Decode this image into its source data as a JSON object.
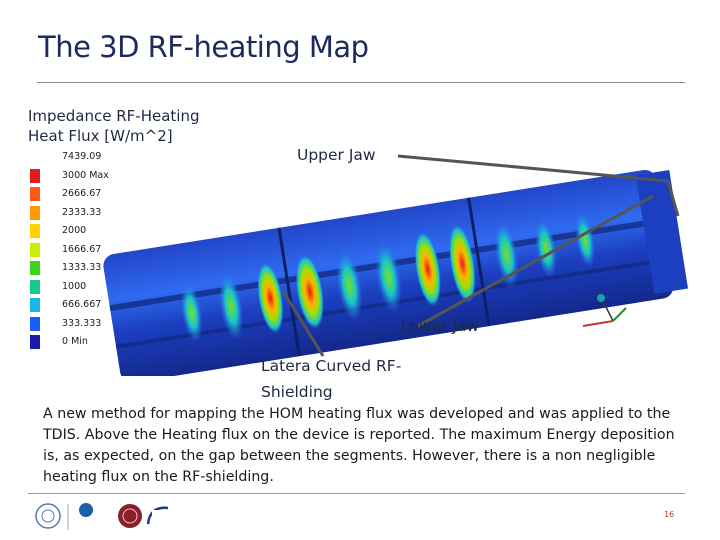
{
  "slide": {
    "title": "The 3D RF-heating Map",
    "page_number": "16"
  },
  "legend": {
    "title_line1": "Impedance RF-Heating",
    "title_line2": "Heat Flux [W/m^2]",
    "entries": [
      {
        "label": "7439.09",
        "color": "#ffffff"
      },
      {
        "label": "3000 Max",
        "color": "#e21a1a"
      },
      {
        "label": "2666.67",
        "color": "#ff5a10"
      },
      {
        "label": "2333.33",
        "color": "#ff9a00"
      },
      {
        "label": "2000",
        "color": "#ffd200"
      },
      {
        "label": "1666.67",
        "color": "#c8ee00"
      },
      {
        "label": "1333.33",
        "color": "#3bd619"
      },
      {
        "label": "1000",
        "color": "#17c98a"
      },
      {
        "label": "666.667",
        "color": "#16b8e8"
      },
      {
        "label": "333.333",
        "color": "#1a5cff"
      },
      {
        "label": "0 Min",
        "color": "#1a1aa8"
      }
    ]
  },
  "callouts": {
    "upper_jaw": "Upper Jaw",
    "lower_jaw": "Lower Jaw",
    "lateral_line1": "Latera Curved RF-",
    "lateral_line2": "Shielding"
  },
  "description": "A new method for mapping the HOM heating flux was developed and was applied to the TDIS. Above the Heating flux on the device is reported. The maximum Energy deposition is, as expected, on the gap between the segments. However, there is a non negligible heating flux on the RF-shielding.",
  "colors": {
    "title": "#1c2a5c",
    "device_blue": "#1e3fd0",
    "hot_red": "#e21a1a",
    "page_number": "#c0392b"
  }
}
